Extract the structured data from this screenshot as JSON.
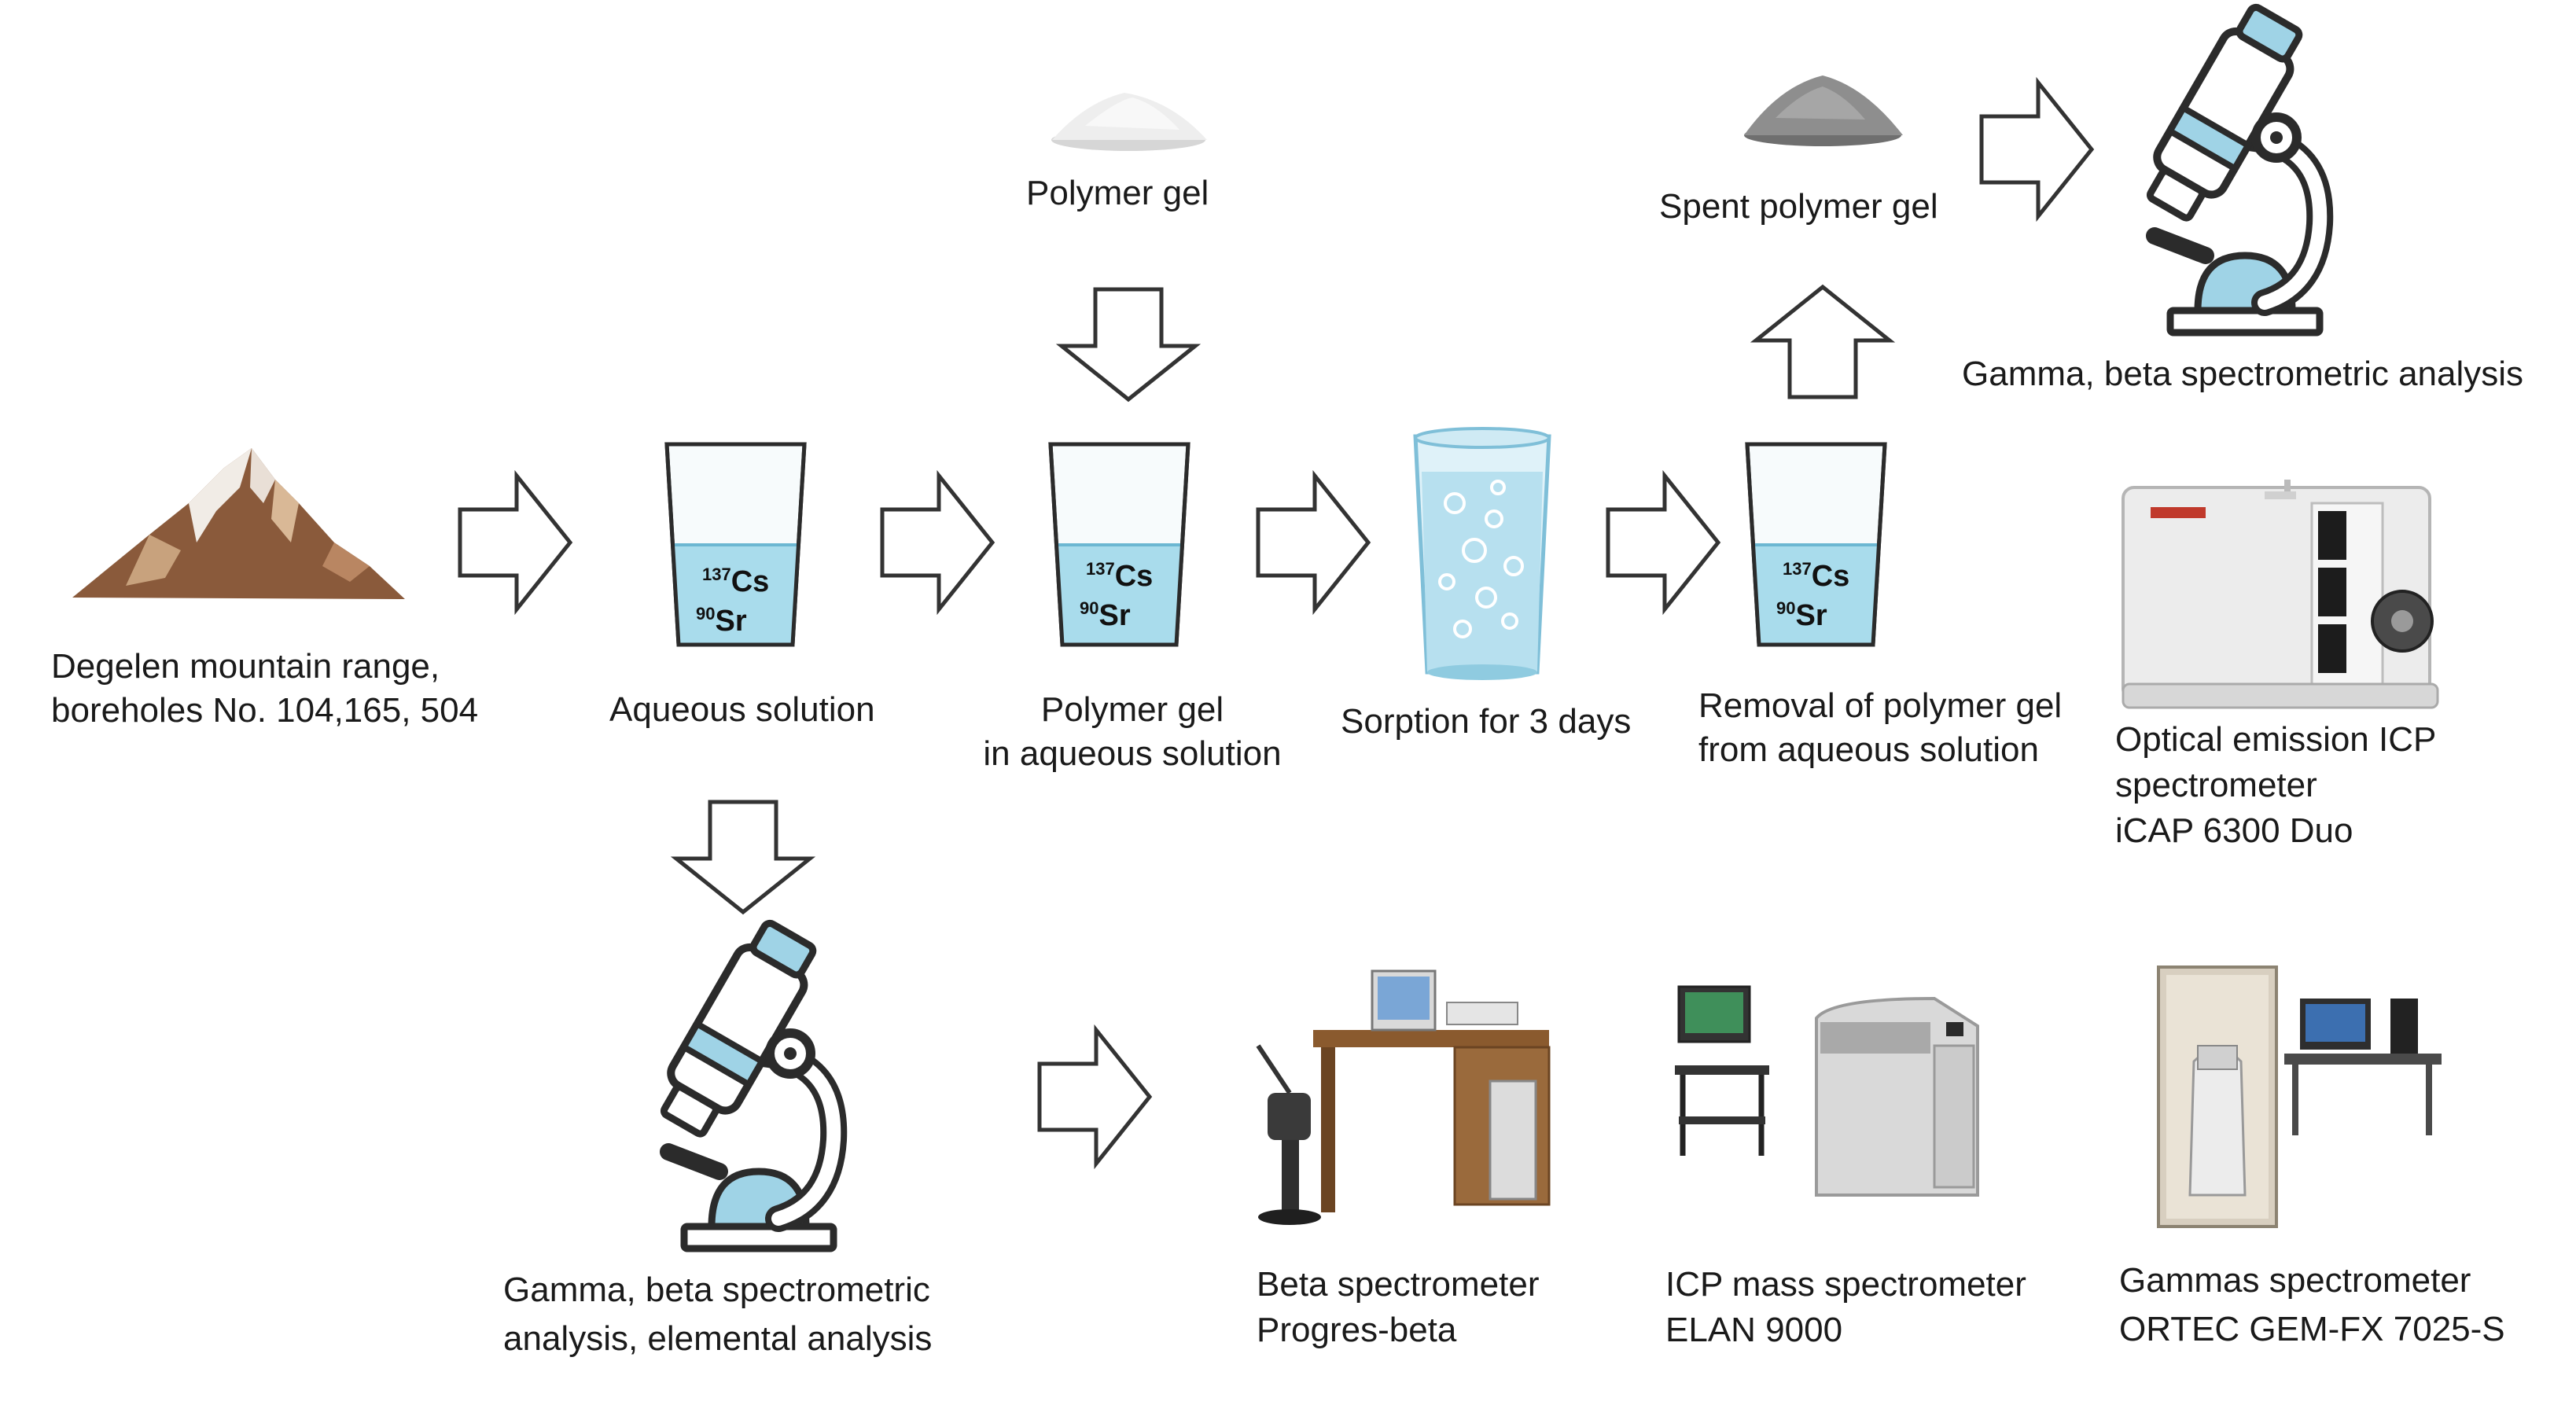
{
  "labels": {
    "degelen": [
      "Degelen mountain range,",
      "boreholes No. 104,165, 504"
    ],
    "aqueous": "Aqueous solution",
    "polymer_gel_top": "Polymer gel",
    "polymer_gel_in_solution": [
      "Polymer gel",
      "in aqueous solution"
    ],
    "sorption": "Sorption for 3 days",
    "removal": [
      "Removal of polymer gel",
      "from aqueous solution"
    ],
    "spent_gel": "Spent polymer gel",
    "gamma_beta_top": "Gamma, beta spectrometric analysis",
    "icp_oes": [
      "Optical emission ICP",
      "spectrometer",
      "iCAP 6300 Duo"
    ],
    "gamma_beta_bottom": [
      "Gamma, beta spectrometric",
      "analysis, elemental analysis"
    ],
    "beta_spec": [
      "Beta spectrometer",
      "Progres-beta"
    ],
    "icp_ms": [
      "ICP mass spectrometer",
      "ELAN 9000"
    ],
    "gamma_spec": [
      "Gammas spectrometer",
      "ORTEC GEM-FX 7025-S"
    ]
  },
  "isotopes": {
    "cs_mass": "137",
    "cs_symbol": "Cs",
    "sr_mass": "90",
    "sr_symbol": "Sr"
  },
  "colors": {
    "water": "#a9dcec",
    "water_dark": "#6cb7d2",
    "arrow_stroke": "#333333",
    "microscope": "#2b2b2b",
    "stage": "#9fd3e6"
  }
}
